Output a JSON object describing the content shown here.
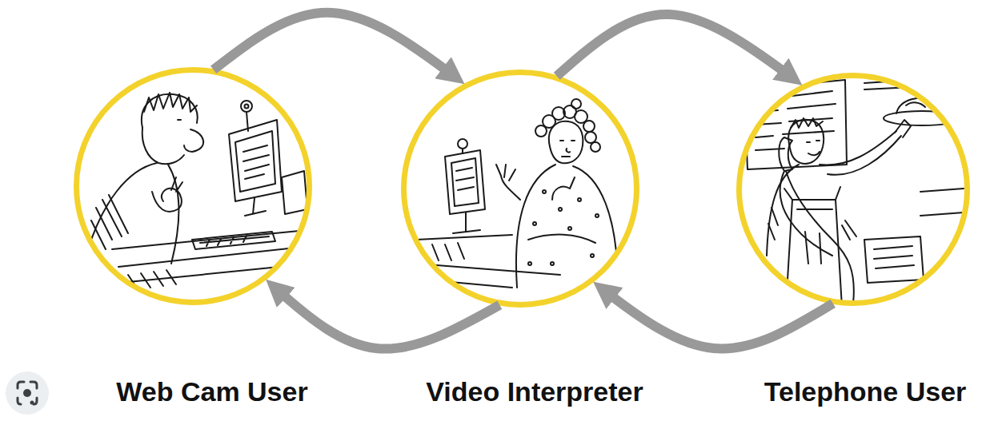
{
  "diagram": {
    "nodes": [
      {
        "text": [
          "Web Cam User"
        ]
      },
      {
        "text": [
          "Video Interpreter"
        ]
      },
      {
        "text": [
          "Telephone User"
        ]
      }
    ],
    "edges": [
      {
        "from": 0,
        "to": 1,
        "arrow": "to"
      },
      {
        "from": 1,
        "to": 2,
        "arrow": "to"
      },
      {
        "from": 1,
        "to": 0,
        "arrow": "to"
      },
      {
        "from": 2,
        "to": 1,
        "arrow": "to"
      }
    ]
  }
}
